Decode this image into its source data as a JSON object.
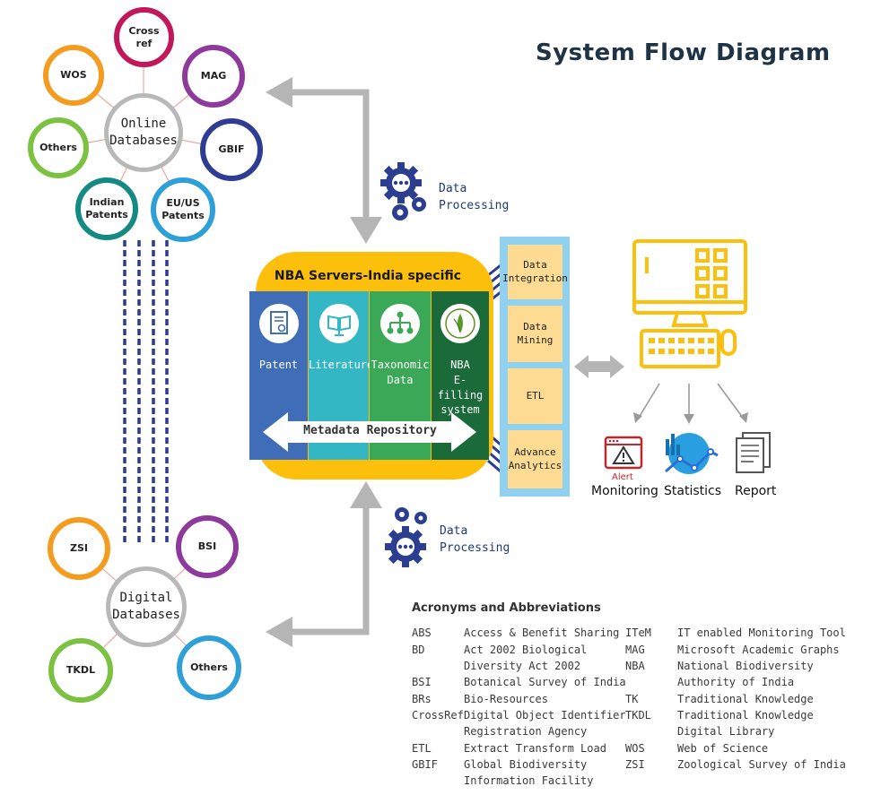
{
  "title": "System Flow Diagram",
  "online": {
    "hub": [
      "Online",
      "Databases"
    ],
    "nodes": [
      {
        "label": [
          "Cross",
          "ref"
        ],
        "color": "#c2185b"
      },
      {
        "label": [
          "MAG"
        ],
        "color": "#8e3a9d"
      },
      {
        "label": [
          "WOS"
        ],
        "color": "#f39c1f"
      },
      {
        "label": [
          "GBIF"
        ],
        "color": "#2e3d93"
      },
      {
        "label": [
          "Others"
        ],
        "color": "#7cc242"
      },
      {
        "label": [
          "Indian",
          "Patents"
        ],
        "color": "#138a82"
      },
      {
        "label": [
          "EU/US",
          "Patents"
        ],
        "color": "#2f9fd8"
      }
    ]
  },
  "digital": {
    "hub": [
      "Digital",
      "Databases"
    ],
    "nodes": [
      {
        "label": [
          "ZSI"
        ],
        "color": "#f39c1f"
      },
      {
        "label": [
          "BSI"
        ],
        "color": "#8e3a9d"
      },
      {
        "label": [
          "TKDL"
        ],
        "color": "#7cc242"
      },
      {
        "label": [
          "Others"
        ],
        "color": "#2f9fd8"
      }
    ]
  },
  "processing": {
    "top": [
      "Data",
      "Processing"
    ],
    "bottom": [
      "Data",
      "Processing"
    ]
  },
  "nba": {
    "title": "NBA Servers-India specific",
    "columns": [
      {
        "label": [
          "Patent"
        ],
        "color": "#3f6db8",
        "icon": "certificate-icon"
      },
      {
        "label": [
          "Literature"
        ],
        "color": "#34b7c4",
        "icon": "book-icon"
      },
      {
        "label": [
          "Taxonomic",
          "Data"
        ],
        "color": "#3aa856",
        "icon": "hierarchy-icon"
      },
      {
        "label": [
          "NBA",
          "E-filling",
          "system"
        ],
        "color": "#1b6b3a",
        "icon": "nba-logo-icon"
      }
    ],
    "metadata": "Metadata Repository"
  },
  "pipeline": [
    "Data Integration",
    "Data Mining",
    "ETL",
    "Advance Analytics"
  ],
  "outputs": {
    "alert": "Alert",
    "monitoring": "Monitoring",
    "statistics": "Statistics",
    "report": "Report"
  },
  "acronyms": {
    "title": "Acronyms and Abbreviations",
    "left": [
      {
        "abbr": "ABS",
        "def": [
          "Access & Benefit Sharing"
        ]
      },
      {
        "abbr": "BD",
        "def": [
          "Act 2002 Biological",
          "Diversity Act 2002"
        ]
      },
      {
        "abbr": "BSI",
        "def": [
          "Botanical Survey of India"
        ]
      },
      {
        "abbr": "BRs",
        "def": [
          "Bio-Resources"
        ]
      },
      {
        "abbr": "CrossRef",
        "def": [
          "Digital Object Identifier",
          "Registration Agency"
        ]
      },
      {
        "abbr": "ETL",
        "def": [
          "Extract Transform Load"
        ]
      },
      {
        "abbr": "GBIF",
        "def": [
          "Global Biodiversity",
          "Information Facility"
        ]
      }
    ],
    "right": [
      {
        "abbr": "ITeM",
        "def": [
          "IT enabled Monitoring Tool"
        ]
      },
      {
        "abbr": "MAG",
        "def": [
          "Microsoft Academic Graphs"
        ]
      },
      {
        "abbr": "NBA",
        "def": [
          "National Biodiversity",
          "Authority of India"
        ]
      },
      {
        "abbr": "TK",
        "def": [
          "Traditional Knowledge"
        ]
      },
      {
        "abbr": "TKDL",
        "def": [
          "Traditional Knowledge",
          "Digital Library"
        ]
      },
      {
        "abbr": "WOS",
        "def": [
          "Web of Science"
        ]
      },
      {
        "abbr": "ZSI",
        "def": [
          "Zoological Survey of India"
        ]
      }
    ]
  },
  "colors": {
    "arrow_gray": "#b5b5b5",
    "gear_blue": "#2c3e8f",
    "computer_yellow": "#fbbf0c",
    "dash_navy": "#2c3a8f"
  }
}
